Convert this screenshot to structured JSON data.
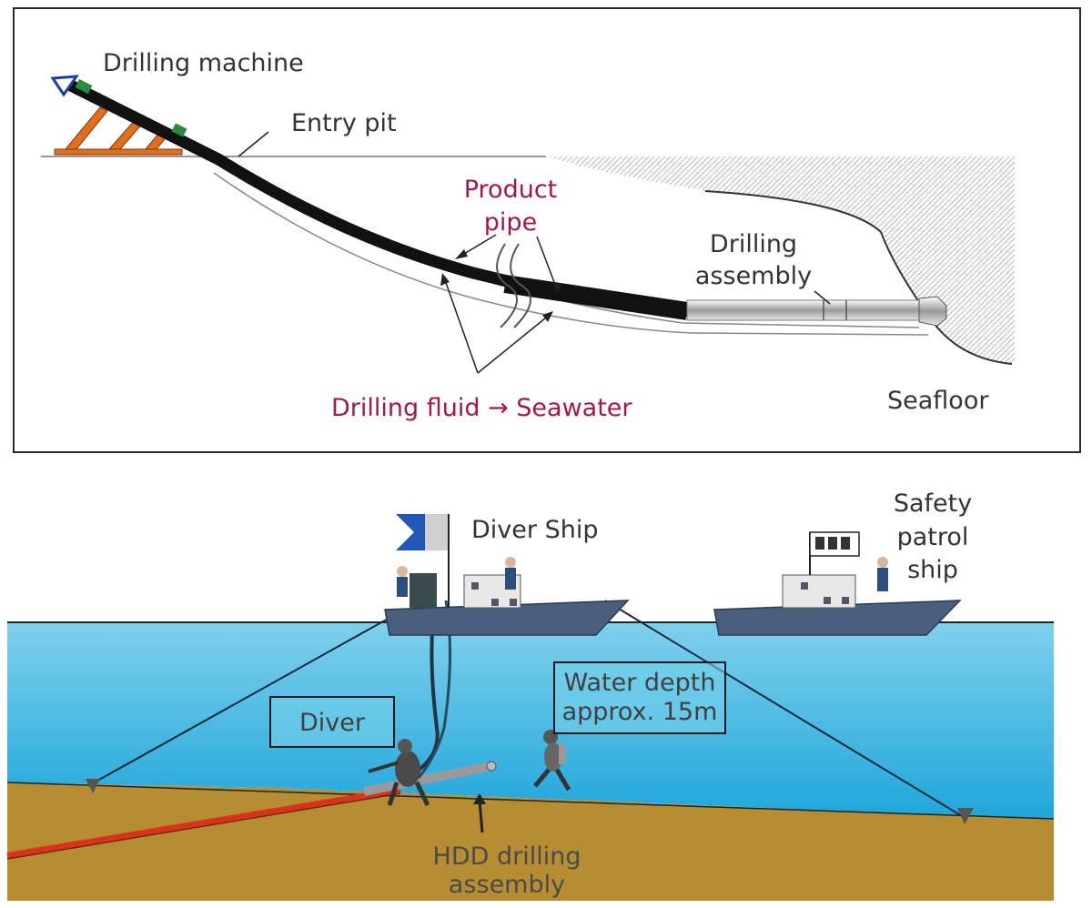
{
  "top_panel": {
    "drilling_machine": "Drilling machine",
    "entry_pit": "Entry pit",
    "product_pipe_line1": "Product",
    "product_pipe_line2": "pipe",
    "drilling_assembly_line1": "Drilling",
    "drilling_assembly_line2": "assembly",
    "drilling_fluid": "Drilling fluid → Seawater",
    "seafloor": "Seafloor"
  },
  "bottom_panel": {
    "diver_ship": "Diver Ship",
    "safety_patrol_line1": "Safety",
    "safety_patrol_line2": "patrol",
    "safety_patrol_line3": "ship",
    "diver": "Diver",
    "water_depth_line1": "Water depth",
    "water_depth_line2": "approx. 15m",
    "hdd_line1": "HDD drilling",
    "hdd_line2": "assembly"
  },
  "colors": {
    "sea": "#3bb9e2",
    "seabed": "#b68d33",
    "ship_hull": "#4a5e7e",
    "annotation_red": "#a3174f",
    "frame": "#2a2a2a"
  }
}
